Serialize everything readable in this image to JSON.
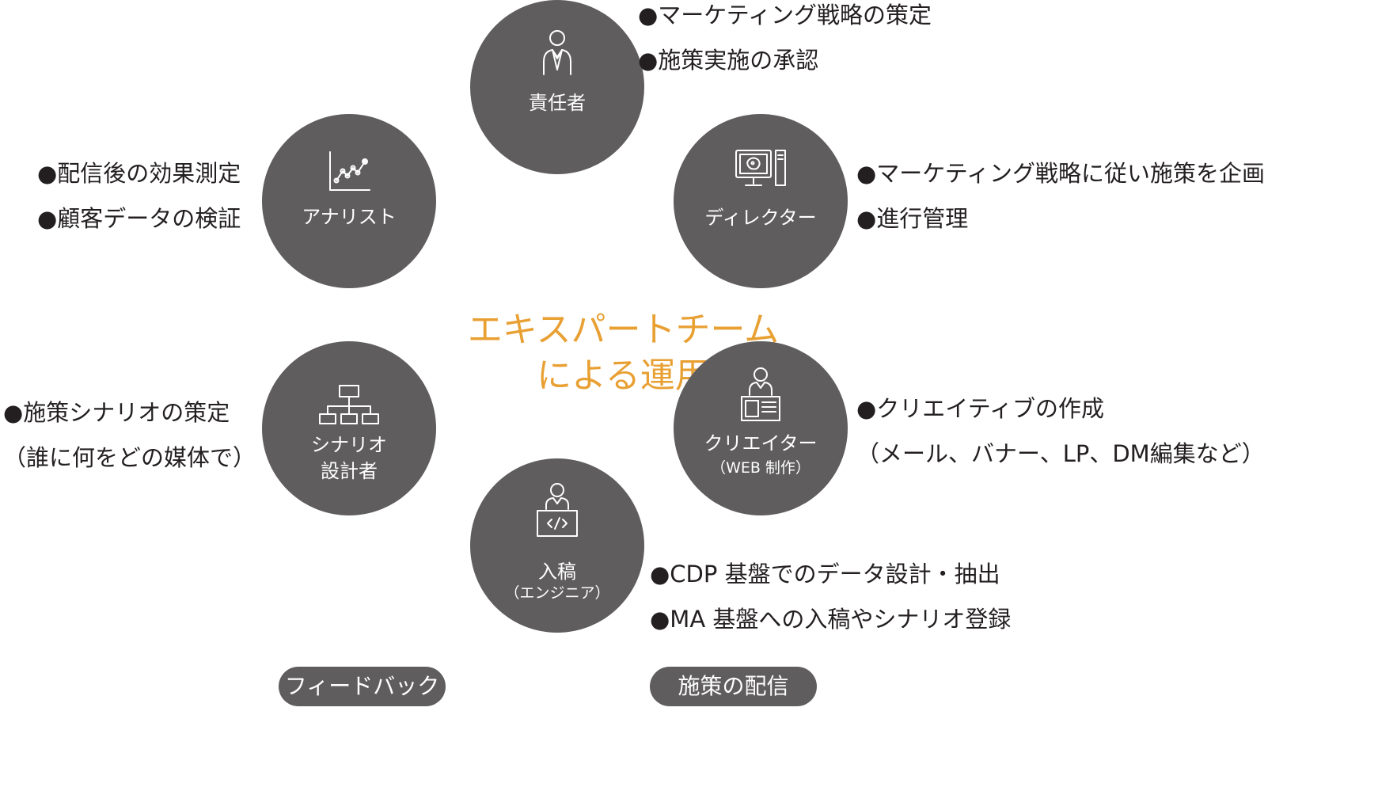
{
  "center": {
    "line1": "エキスパートチーム",
    "line2": "による運用"
  },
  "roles": {
    "manager": {
      "label": "責任者",
      "icon": "businessman-icon",
      "bullets": [
        "●マーケティング戦略の策定",
        "●施策実施の承認"
      ]
    },
    "director": {
      "label": "ディレクター",
      "icon": "computer-monitor-icon",
      "bullets": [
        "●マーケティング戦略に従い施策を企画",
        "●進行管理"
      ]
    },
    "creator": {
      "label": "クリエイター",
      "sublabel": "（WEB 制作）",
      "icon": "person-with-document-icon",
      "bullets": [
        "●クリエイティブの作成",
        "（メール、バナー、LP、DM編集など）"
      ]
    },
    "engineer": {
      "label": "入稿",
      "sublabel": "（エンジニア）",
      "icon": "person-with-code-icon",
      "bullets": [
        "●CDP 基盤でのデータ設計・抽出",
        "●MA 基盤への入稿やシナリオ登録"
      ]
    },
    "scenario": {
      "label1": "シナリオ",
      "label2": "設計者",
      "icon": "flowchart-icon",
      "bullets": [
        "●施策シナリオの策定",
        "（誰に何をどの媒体で）"
      ]
    },
    "analyst": {
      "label": "アナリスト",
      "icon": "line-chart-icon",
      "bullets": [
        "●配信後の効果測定",
        "●顧客データの検証"
      ]
    }
  },
  "pills": {
    "feedback": "フィードバック",
    "delivery": "施策の配信"
  },
  "colors": {
    "circle": "#5f5d5e",
    "accent": "#e8a033",
    "text": "#231f20"
  }
}
